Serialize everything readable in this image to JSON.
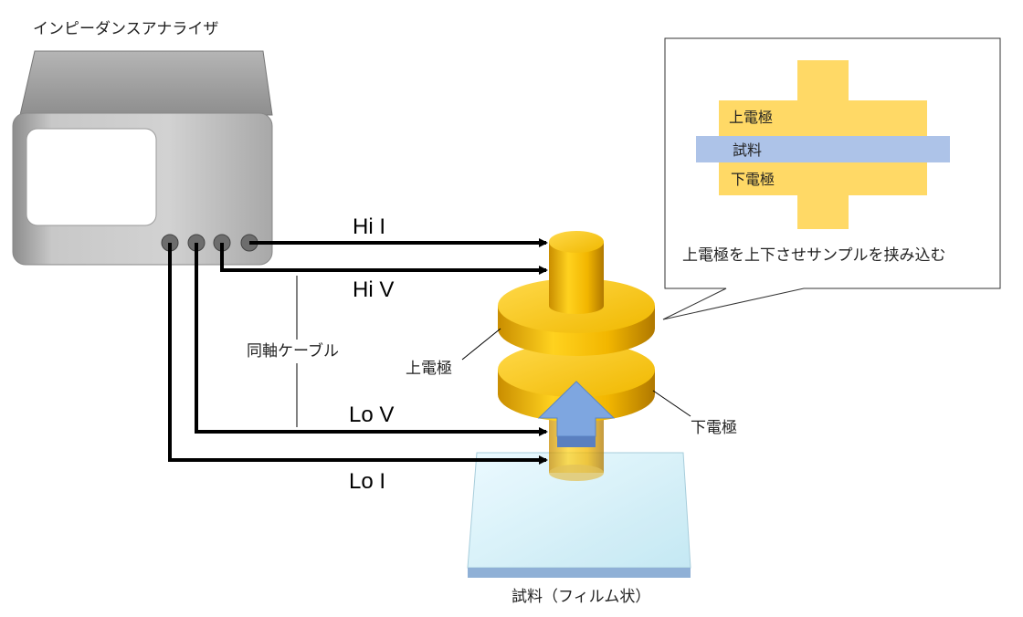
{
  "analyzer_label": "インピーダンスアナライザ",
  "cables": {
    "hi_i": "Hi I",
    "hi_v": "Hi V",
    "lo_v": "Lo V",
    "lo_i": "Lo I",
    "coax_label": "同軸ケーブル"
  },
  "electrodes": {
    "upper_label": "上電極",
    "lower_label": "下電極"
  },
  "sample_label": "試料（フィルム状）",
  "callout": {
    "upper": "上電極",
    "sample": "試料",
    "lower": "下電極",
    "caption": "上電極を上下させサンプルを挟み込む"
  },
  "colors": {
    "gold": "#f5c518",
    "callout_yellow": "#ffd966",
    "callout_blue": "#adc3e8",
    "arrow_blue": "#7ea6e0",
    "film": "#cfeef7"
  }
}
